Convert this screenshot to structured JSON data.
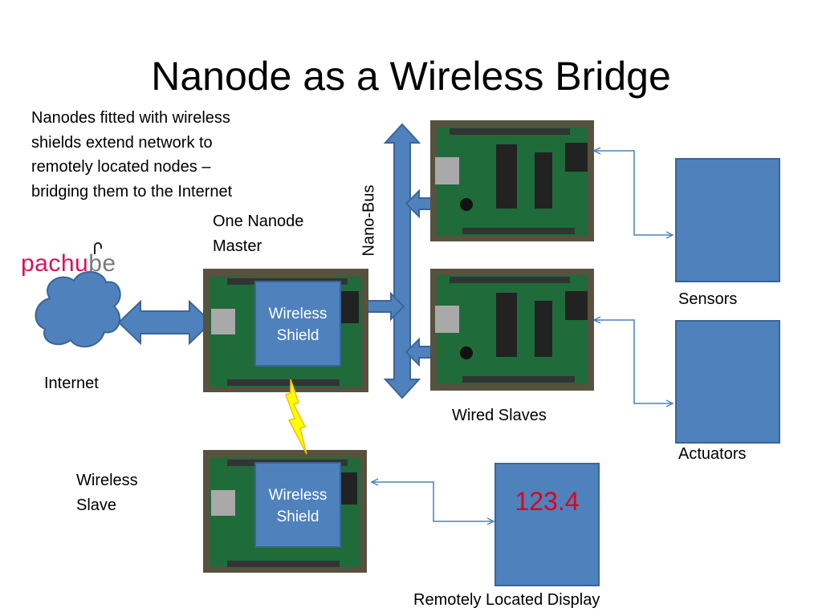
{
  "title": "Nanode as a Wireless Bridge",
  "description_lines": [
    "Nanodes fitted with wireless",
    "shields extend network to",
    "remotely located nodes –",
    "bridging them to the Internet"
  ],
  "master_label_lines": [
    "One Nanode",
    "Master"
  ],
  "bus_label": "Nano-Bus",
  "logo": {
    "part1": "pachu",
    "part2": "be",
    "color1": "#d4145a",
    "color2": "#7a7a7a"
  },
  "internet_label": "Internet",
  "wireless_shield_lines": [
    "Wireless",
    "Shield"
  ],
  "wired_slaves_label": "Wired Slaves",
  "sensors_label": "Sensors",
  "actuators_label": "Actuators",
  "wireless_slave_lines": [
    "Wireless",
    "Slave"
  ],
  "display_reading": "123.4",
  "display_label": "Remotely Located Display",
  "colors": {
    "shape_fill": "#4f81bd",
    "shape_stroke": "#3a6596",
    "reading": "#e0001a",
    "lightning": "#ffff00"
  }
}
